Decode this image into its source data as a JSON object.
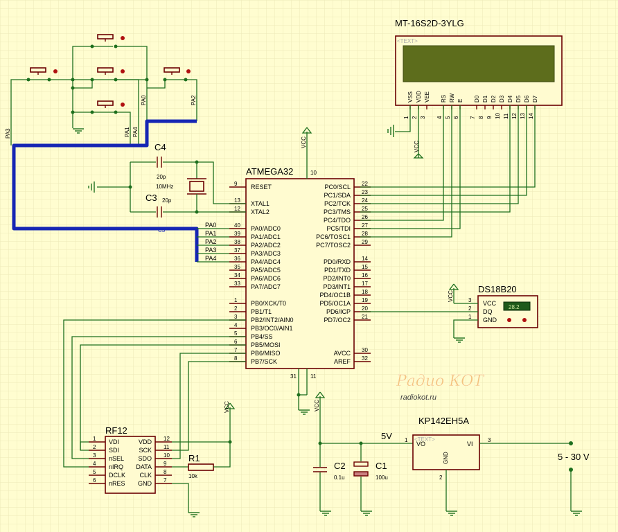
{
  "lcd": {
    "title": "MT-16S2D-3YLG",
    "placeholder": "<TEXT>",
    "pins": [
      "VSS",
      "VDD",
      "VEE",
      "RS",
      "RW",
      "E",
      "D0",
      "D1",
      "D2",
      "D3",
      "D4",
      "D5",
      "D6",
      "D7"
    ],
    "pin_numbers": [
      "1",
      "2",
      "3",
      "4",
      "5",
      "6",
      "7",
      "8",
      "9",
      "10",
      "11",
      "12",
      "13",
      "14"
    ]
  },
  "mcu": {
    "title": "ATMEGA32",
    "pin10": "10",
    "pin11": "11",
    "pin31": "31",
    "left_pins": [
      {
        "num": "9",
        "name": "RESET"
      },
      {
        "num": "13",
        "name": "XTAL1"
      },
      {
        "num": "12",
        "name": "XTAL2"
      },
      {
        "num": "40",
        "name": "PA0/ADC0"
      },
      {
        "num": "39",
        "name": "PA1/ADC1"
      },
      {
        "num": "38",
        "name": "PA2/ADC2"
      },
      {
        "num": "37",
        "name": "PA3/ADC3"
      },
      {
        "num": "36",
        "name": "PA4/ADC4"
      },
      {
        "num": "35",
        "name": "PA5/ADC5"
      },
      {
        "num": "34",
        "name": "PA6/ADC6"
      },
      {
        "num": "33",
        "name": "PA7/ADC7"
      },
      {
        "num": "1",
        "name": "PB0/XCK/T0"
      },
      {
        "num": "2",
        "name": "PB1/T1"
      },
      {
        "num": "3",
        "name": "PB2/INT2/AIN0"
      },
      {
        "num": "4",
        "name": "PB3/OC0/AIN1"
      },
      {
        "num": "5",
        "name": "PB4/SS"
      },
      {
        "num": "6",
        "name": "PB5/MOSI"
      },
      {
        "num": "7",
        "name": "PB6/MISO"
      },
      {
        "num": "8",
        "name": "PB7/SCK"
      }
    ],
    "right_pins": [
      {
        "num": "22",
        "name": "PC0/SCL"
      },
      {
        "num": "23",
        "name": "PC1/SDA"
      },
      {
        "num": "24",
        "name": "PC2/TCK"
      },
      {
        "num": "25",
        "name": "PC3/TMS"
      },
      {
        "num": "26",
        "name": "PC4/TDO"
      },
      {
        "num": "27",
        "name": "PC5/TDI"
      },
      {
        "num": "28",
        "name": "PC6/TOSC1"
      },
      {
        "num": "29",
        "name": "PC7/TOSC2"
      },
      {
        "num": "14",
        "name": "PD0/RXD"
      },
      {
        "num": "15",
        "name": "PD1/TXD"
      },
      {
        "num": "16",
        "name": "PD2/INT0"
      },
      {
        "num": "17",
        "name": "PD3/INT1"
      },
      {
        "num": "18",
        "name": "PD4/OC1B"
      },
      {
        "num": "19",
        "name": "PD5/OC1A"
      },
      {
        "num": "20",
        "name": "PD6/ICP"
      },
      {
        "num": "21",
        "name": "PD7/OC2"
      },
      {
        "num": "30",
        "name": "AVCC"
      },
      {
        "num": "32",
        "name": "AREF"
      }
    ]
  },
  "bus_labels": [
    "PA0",
    "PA1",
    "PA2",
    "PA3",
    "PA4"
  ],
  "keypad_labels": {
    "pa0": "PA0",
    "pa1": "PA1",
    "pa2": "PA2",
    "pa3": "PA3",
    "pa4": "PA4"
  },
  "crystal": {
    "c4": "C4",
    "c4_value": "20p",
    "c3": "C3",
    "c3_value": "20p",
    "freq": "10MHz",
    "c3_hidden": "C3"
  },
  "power_labels": {
    "vcc": "VCC"
  },
  "ds18b20": {
    "title": "DS18B20",
    "pins": [
      {
        "num": "3",
        "name": "VCC"
      },
      {
        "num": "2",
        "name": "DQ"
      },
      {
        "num": "1",
        "name": "GND"
      }
    ],
    "reading": "28.2"
  },
  "rf12": {
    "title": "RF12",
    "left_pins": [
      {
        "num": "1",
        "name": "VDI"
      },
      {
        "num": "2",
        "name": "SDI"
      },
      {
        "num": "3",
        "name": "nSEL"
      },
      {
        "num": "4",
        "name": "nIRQ"
      },
      {
        "num": "5",
        "name": "DCLK"
      },
      {
        "num": "6",
        "name": "nRES"
      }
    ],
    "right_pins": [
      {
        "num": "12",
        "name": "VDD"
      },
      {
        "num": "11",
        "name": "SCK"
      },
      {
        "num": "10",
        "name": "SDO"
      },
      {
        "num": "9",
        "name": "DATA"
      },
      {
        "num": "8",
        "name": "CLK"
      },
      {
        "num": "7",
        "name": "GND"
      }
    ]
  },
  "r1": {
    "ref": "R1",
    "value": "10k"
  },
  "regulator": {
    "title": "KP142EH5A",
    "placeholder": "<TEXT>",
    "vo": "VO",
    "vi": "VI",
    "gnd": "GND",
    "pin1": "1",
    "pin2": "2",
    "pin3": "3",
    "out_label": "5V",
    "in_label": "5 - 30 V"
  },
  "caps": {
    "c2": "C2",
    "c2_value": "0.1u",
    "c1": "C1",
    "c1_value": "100u"
  },
  "watermark": {
    "logo": "Радио КОТ",
    "url": "radiokot.ru"
  },
  "colors": {
    "background": "#fffdd0",
    "wire": "#1d6f1d",
    "bus": "#1626b4",
    "component": "#6b0000",
    "lcd_screen": "#5d6d1c",
    "button_dot": "#b01010"
  }
}
